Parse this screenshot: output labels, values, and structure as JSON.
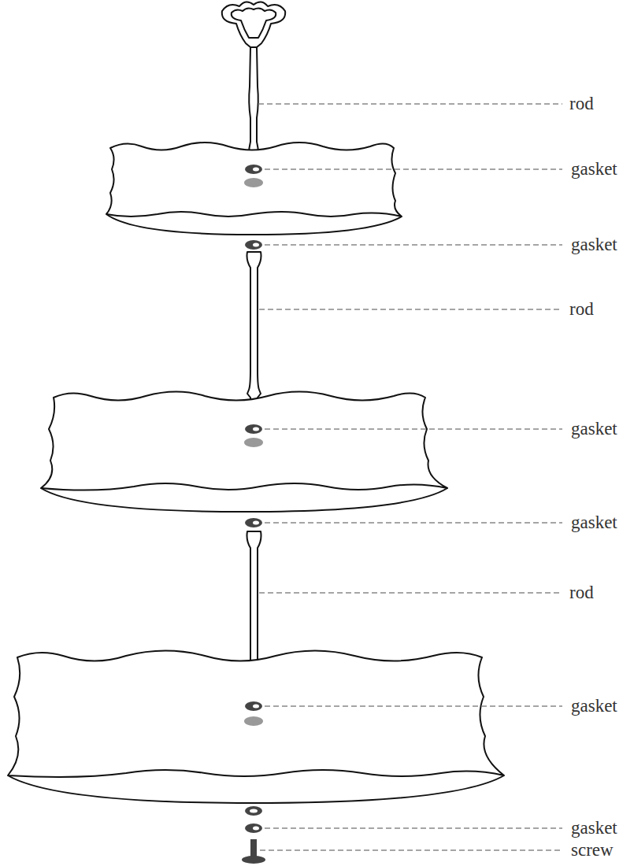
{
  "diagram": {
    "labels": [
      "rod",
      "gasket",
      "gasket",
      "rod",
      "gasket",
      "gasket",
      "rod",
      "gasket",
      "gasket",
      "screw"
    ]
  }
}
